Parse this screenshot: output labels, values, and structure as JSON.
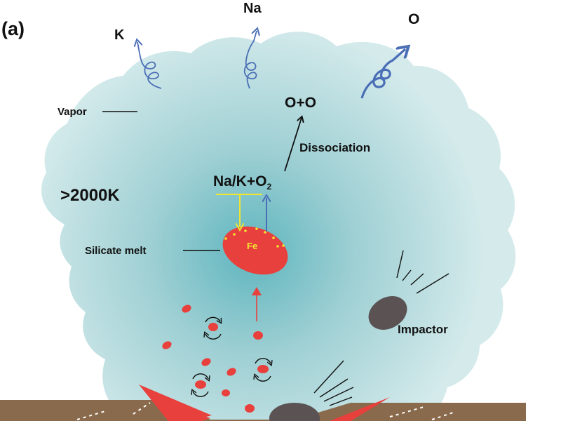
{
  "panel_label": "(a)",
  "elements": {
    "K": "K",
    "Na": "Na",
    "O": "O"
  },
  "labels": {
    "vapor": "Vapor",
    "temperature": ">2000K",
    "products": "O+O",
    "dissociation": "Dissociation",
    "reaction_main": "Na/K+O",
    "reaction_sub": "2",
    "silicate_melt": "Silicate melt",
    "iron": "Fe",
    "impactor": "Impactor"
  },
  "colors": {
    "vapor_center": "#5fb5be",
    "vapor_edge": "#d4eaeb",
    "melt": "#e8403c",
    "ground": "#8a6a4c",
    "impactor": "#5a5253",
    "arrow_blue": "#4a6fb6",
    "arrow_yellow": "#f2e531",
    "arrow_red": "#e8403c",
    "text": "#111111"
  }
}
